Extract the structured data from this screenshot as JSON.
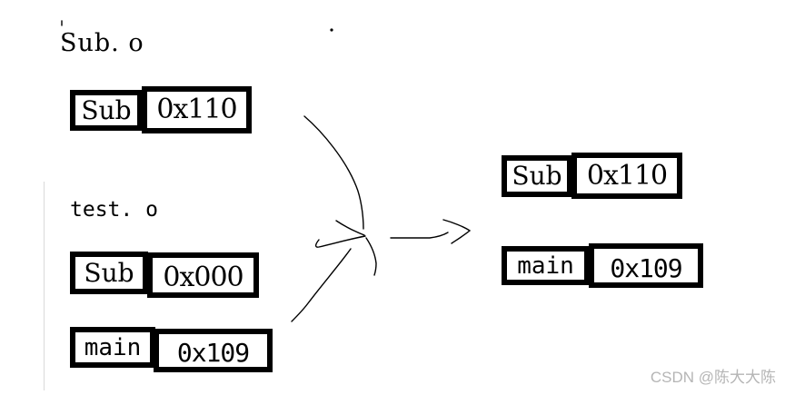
{
  "files": {
    "sub_o": {
      "title": "Sub. o",
      "symbols": [
        {
          "name": "Sub",
          "address": "0x110"
        }
      ]
    },
    "test_o": {
      "title": "test. o",
      "symbols": [
        {
          "name": "Sub",
          "address": "0x000"
        },
        {
          "name": "main",
          "address": "0x109"
        }
      ]
    }
  },
  "output": {
    "symbols": [
      {
        "name": "Sub",
        "address": "0x110"
      },
      {
        "name": "main",
        "address": "0x109"
      }
    ]
  },
  "watermark": {
    "text": "CSDN @陈大大陈"
  },
  "colors": {
    "background": "#ffffff",
    "box_border": "#000000",
    "stroke": "#000000",
    "divider": "#d9d9d9",
    "watermark": "#b5b5b5"
  }
}
